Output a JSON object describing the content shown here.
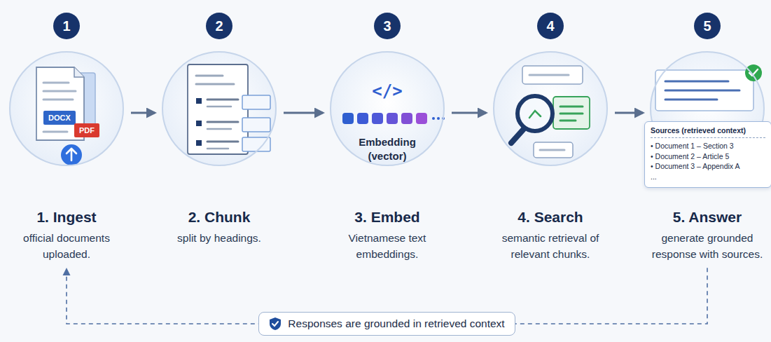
{
  "diagram": {
    "nodes": [
      {
        "text": [
          "1. Ingest",
          "official documents uploaded."
        ]
      },
      {
        "text": [
          "2. Chunk",
          "split by headings."
        ]
      },
      {
        "text": [
          "Embedding (vector)",
          "3. Embed",
          "Vietnamese text embeddings."
        ]
      },
      {
        "text": [
          "4. Search",
          "semantic retrieval of relevant chunks."
        ]
      },
      {
        "text": [
          "5. Answer",
          "generate grounded response with sources."
        ]
      },
      {
        "text": [
          "Sources (retrieved context)",
          "• Document 1 – Section 3",
          "• Document 2 – Article 5",
          "• Document 3 – Appendix A",
          "..."
        ],
        "in": 4
      }
    ],
    "edges": [
      {
        "from": 0,
        "to": 1,
        "arrow": "to"
      },
      {
        "from": 1,
        "to": 2,
        "arrow": "to"
      },
      {
        "from": 2,
        "to": 3,
        "arrow": "to"
      },
      {
        "from": 3,
        "to": 4,
        "arrow": "to"
      },
      {
        "from": 4,
        "to": 0,
        "arrow": "to",
        "label": "Responses are grounded in retrieved context"
      }
    ],
    "labels": [
      "1",
      "2",
      "3",
      "4",
      "5",
      "DOCX",
      "PDF",
      "</>"
    ]
  }
}
